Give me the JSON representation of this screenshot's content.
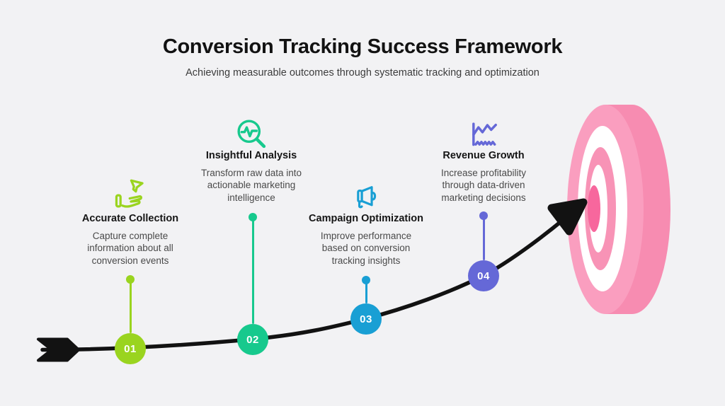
{
  "background": "#f2f2f4",
  "header": {
    "title": "Conversion Tracking Success Framework",
    "subtitle": "Achieving measurable outcomes through systematic tracking and optimization"
  },
  "steps": [
    {
      "number": "01",
      "title": "Accurate Collection",
      "description": "Capture complete information about all conversion events",
      "icon": "funnel-hand-icon",
      "color": "#9ad41f"
    },
    {
      "number": "02",
      "title": "Insightful Analysis",
      "description": "Transform raw data into actionable marketing intelligence",
      "icon": "analysis-magnifier-icon",
      "color": "#17c98d"
    },
    {
      "number": "03",
      "title": "Campaign Optimization",
      "description": "Improve performance based on conversion tracking insights",
      "icon": "megaphone-icon",
      "color": "#199fd4"
    },
    {
      "number": "04",
      "title": "Revenue Growth",
      "description": "Increase profitability through data-driven marketing decisions",
      "icon": "growth-chart-icon",
      "color": "#6568d7"
    }
  ],
  "path": {
    "color": "#121212"
  },
  "target": {
    "side": "#f78cb1",
    "face": "#fa9ebf",
    "ring": "#f893b6",
    "white": "#ffffff",
    "bull": "#f7679d"
  }
}
